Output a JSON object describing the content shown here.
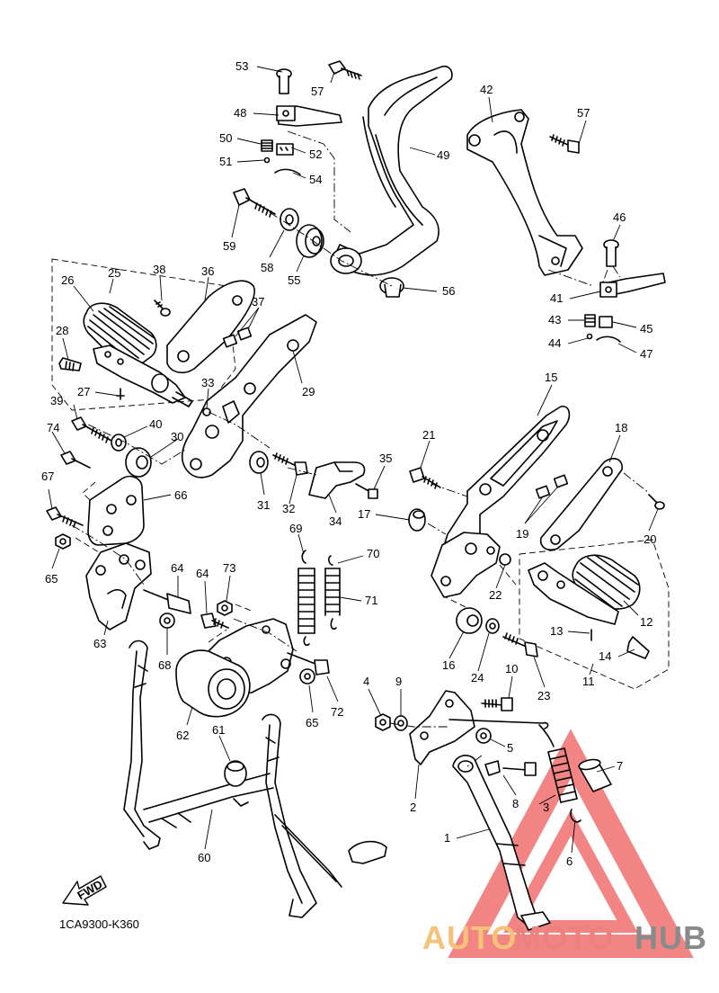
{
  "diagram_code": "1CA9300-K360",
  "fwd_label": "FWD",
  "watermark": {
    "text_part1": "AUTO",
    "text_part2": "MOTO",
    "text_part3": "HUB",
    "color_part1": "#f6c27a",
    "color_part2": "#ef8080",
    "color_part3": "#8a8a8a",
    "triangle_color": "#ee5c5c"
  },
  "callouts": [
    "1",
    "2",
    "3",
    "4",
    "5",
    "6",
    "7",
    "8",
    "9",
    "10",
    "11",
    "12",
    "13",
    "14",
    "15",
    "16",
    "17",
    "18",
    "19",
    "20",
    "21",
    "22",
    "23",
    "24",
    "25",
    "26",
    "27",
    "28",
    "29",
    "30",
    "31",
    "32",
    "33",
    "34",
    "35",
    "36",
    "37",
    "38",
    "39",
    "40",
    "41",
    "42",
    "43",
    "44",
    "45",
    "46",
    "47",
    "48",
    "49",
    "50",
    "51",
    "52",
    "53",
    "54",
    "55",
    "56",
    "57",
    "57",
    "58",
    "59",
    "60",
    "61",
    "62",
    "63",
    "64",
    "64",
    "65",
    "65",
    "66",
    "67",
    "68",
    "69",
    "70",
    "71",
    "72",
    "73",
    "74"
  ]
}
